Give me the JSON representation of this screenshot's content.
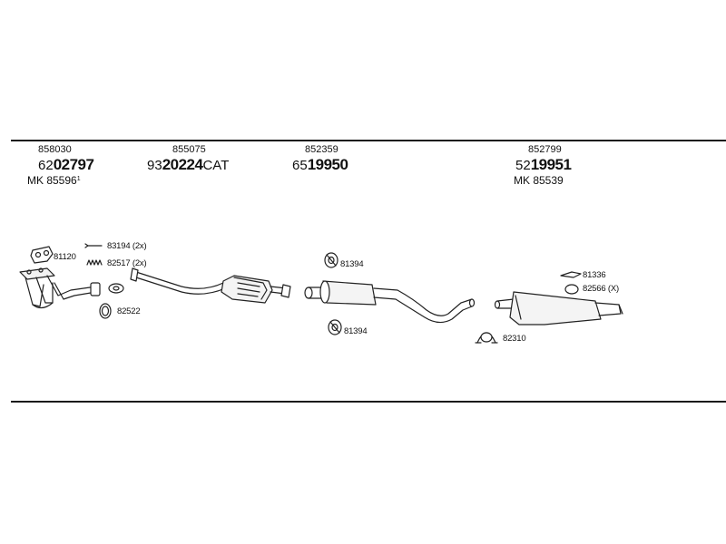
{
  "groups": [
    {
      "ref": "858030",
      "code_prefix": "62",
      "code_main": "02797",
      "code_suffix": "",
      "mk": "MK 85596",
      "mk_mark": "1"
    },
    {
      "ref": "855075",
      "code_prefix": "93",
      "code_main": "20224",
      "code_suffix": "CAT",
      "mk": "",
      "mk_mark": ""
    },
    {
      "ref": "852359",
      "code_prefix": "65",
      "code_main": "19950",
      "code_suffix": "",
      "mk": "",
      "mk_mark": ""
    },
    {
      "ref": "852799",
      "code_prefix": "52",
      "code_main": "19951",
      "code_suffix": "",
      "mk": "MK 85539",
      "mk_mark": ""
    }
  ],
  "parts": {
    "p81120": "81120",
    "p83194": "83194 (2x)",
    "p82517": "82517 (2x)",
    "p82522": "82522",
    "p81394a": "81394",
    "p81394b": "81394",
    "p81336": "81336",
    "p82566": "82566 (X)",
    "p82310": "82310"
  }
}
